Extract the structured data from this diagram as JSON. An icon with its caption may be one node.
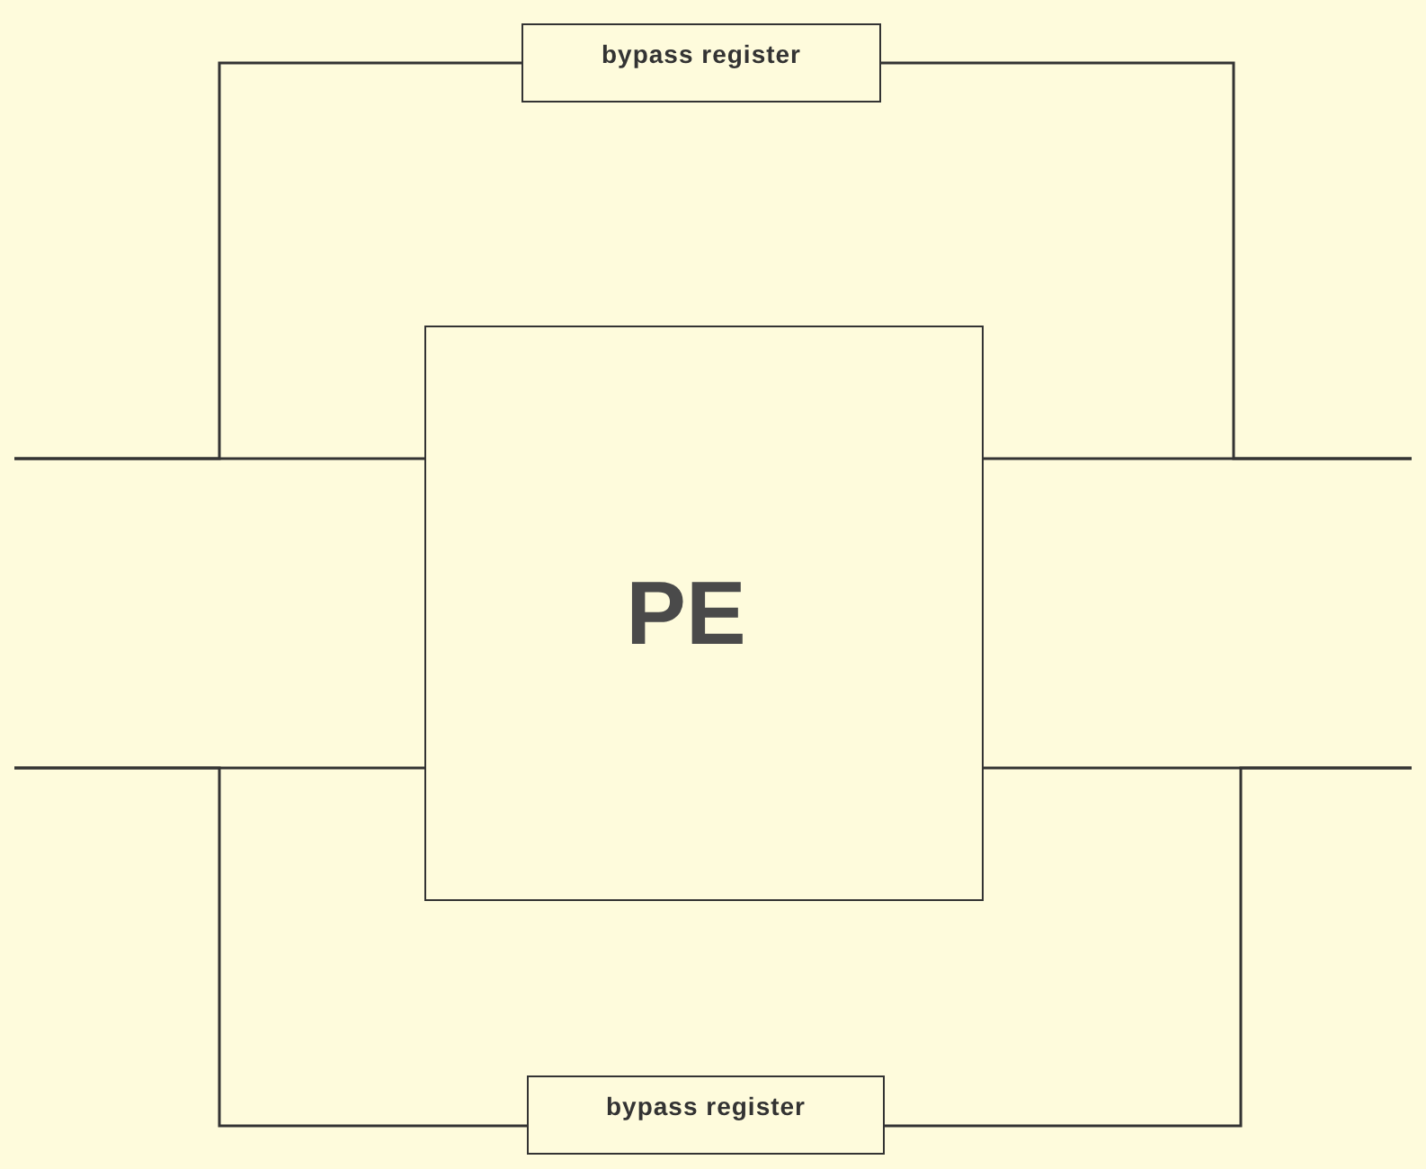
{
  "diagram": {
    "nodes": [
      {
        "text": [
          "bypass register"
        ]
      },
      {
        "text": [
          "PE"
        ]
      },
      {
        "text": [
          "bypass register"
        ]
      }
    ],
    "edges": [
      {
        "from": null,
        "to": 1,
        "arrow": "none"
      },
      {
        "from": null,
        "to": 0,
        "arrow": "none"
      },
      {
        "from": 1,
        "to": null,
        "arrow": "none"
      },
      {
        "from": 0,
        "to": null,
        "arrow": "none"
      },
      {
        "from": null,
        "to": 1,
        "arrow": "none"
      },
      {
        "from": null,
        "to": 2,
        "arrow": "none"
      },
      {
        "from": 1,
        "to": null,
        "arrow": "none"
      },
      {
        "from": 2,
        "to": null,
        "arrow": "none"
      }
    ]
  }
}
